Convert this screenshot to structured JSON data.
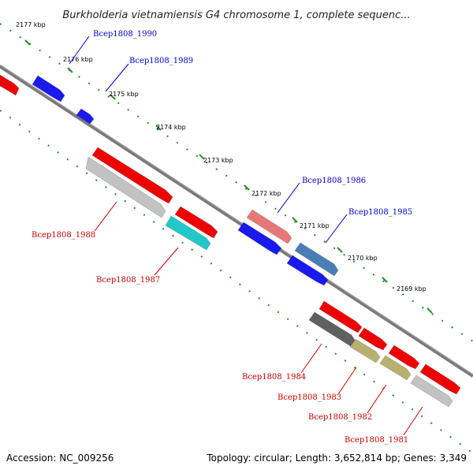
{
  "title": "Burkholderia vietnamiensis G4 chromosome 1, complete sequenc...",
  "footer": {
    "accession": "Accession: NC_009256",
    "summary": "Topology: circular; Length: 3,652,814 bp; Genes: 3,349"
  },
  "colors": {
    "forward_label": "#0000cc",
    "reverse_label": "#cc0000",
    "backbone": "#7a7a7a",
    "ruler_dots": "#2a8c2a"
  },
  "ticks": [
    "2177 kbp",
    "2176 kbp",
    "2175 kbp",
    "2174 kbp",
    "2173 kbp",
    "2172 kbp",
    "2171 kbp",
    "2170 kbp",
    "2169 kbp"
  ],
  "labels_forward": [
    "Bcep1808_1990",
    "Bcep1808_1989",
    "Bcep1808_1986",
    "Bcep1808_1985"
  ],
  "labels_reverse": [
    "Bcep1808_1988",
    "Bcep1808_1987",
    "Bcep1808_1984",
    "Bcep1808_1983",
    "Bcep1808_1982",
    "Bcep1808_1981"
  ],
  "features": [
    {
      "name": "partial-red-feature",
      "color": "#ee0000"
    },
    {
      "name": "feature-bcep1808-1990",
      "color": "#1a1aee"
    },
    {
      "name": "feature-bcep1808-1989",
      "color": "#1a1aee"
    },
    {
      "name": "feature-red-large",
      "color": "#ee0000"
    },
    {
      "name": "feature-bcep1808-1988",
      "color": "#c2c2c2"
    },
    {
      "name": "feature-red-short",
      "color": "#ee0000"
    },
    {
      "name": "feature-bcep1808-1987",
      "color": "#22c8c8"
    },
    {
      "name": "feature-pink",
      "color": "#e87878"
    },
    {
      "name": "feature-bcep1808-1986",
      "color": "#1a1aee"
    },
    {
      "name": "feature-bcep1808-1985",
      "color": "#4a7fb5"
    },
    {
      "name": "feature-blue-lower",
      "color": "#1a1aee"
    },
    {
      "name": "feature-red-lower-1",
      "color": "#ee0000"
    },
    {
      "name": "feature-bcep1808-1984",
      "color": "#606060"
    },
    {
      "name": "feature-red-lower-2",
      "color": "#ee0000"
    },
    {
      "name": "feature-bcep1808-1983",
      "color": "#b8b070"
    },
    {
      "name": "feature-red-lower-3",
      "color": "#ee0000"
    },
    {
      "name": "feature-bcep1808-1982",
      "color": "#b8b070"
    },
    {
      "name": "feature-red-lower-4",
      "color": "#ee0000"
    },
    {
      "name": "feature-bcep1808-1981",
      "color": "#c2c2c2"
    }
  ]
}
